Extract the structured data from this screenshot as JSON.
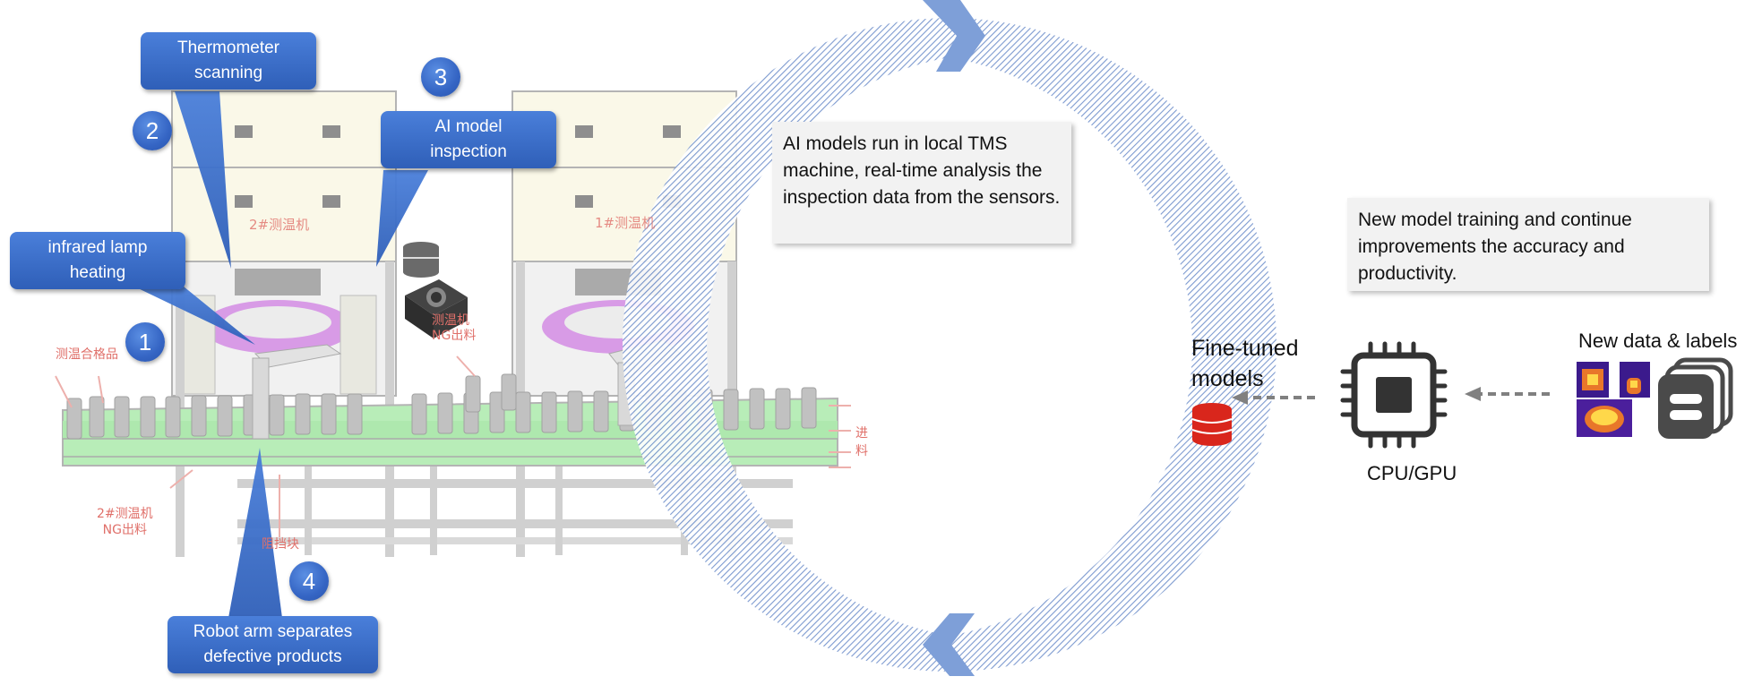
{
  "callouts": {
    "thermometer": "Thermometer\nscanning",
    "ai_model": "AI model\ninspection",
    "infrared": "infrared lamp\nheating",
    "robot_arm": "Robot arm separates\ndefective products"
  },
  "badges": {
    "b1": "1",
    "b2": "2",
    "b3": "3",
    "b4": "4"
  },
  "notes": {
    "local": "AI models run in local TMS machine, real-time analysis the inspection data from the sensors.",
    "training": "New model training and continue improvements the accuracy and productivity."
  },
  "labels": {
    "fine_tuned": "Fine-tuned\nmodels",
    "cpu_gpu": "CPU/GPU",
    "new_data": "New data & labels"
  },
  "machine_labels": {
    "left_machine": "2#测温机",
    "right_machine": "1#测温机",
    "qualified": "测温合格品",
    "ng_out_top": "测温机\nNG出料",
    "ng_out_left": "2#测温机\nNG出料",
    "stopper": "阻挡块",
    "feed": "进\n料"
  },
  "colors": {
    "callout_blue": "#3a6fcf",
    "ring_blue": "#7e9fd8",
    "conveyor_green": "#7fe07f",
    "db_red": "#d9261c",
    "dark_icon": "#3d3d3d"
  }
}
